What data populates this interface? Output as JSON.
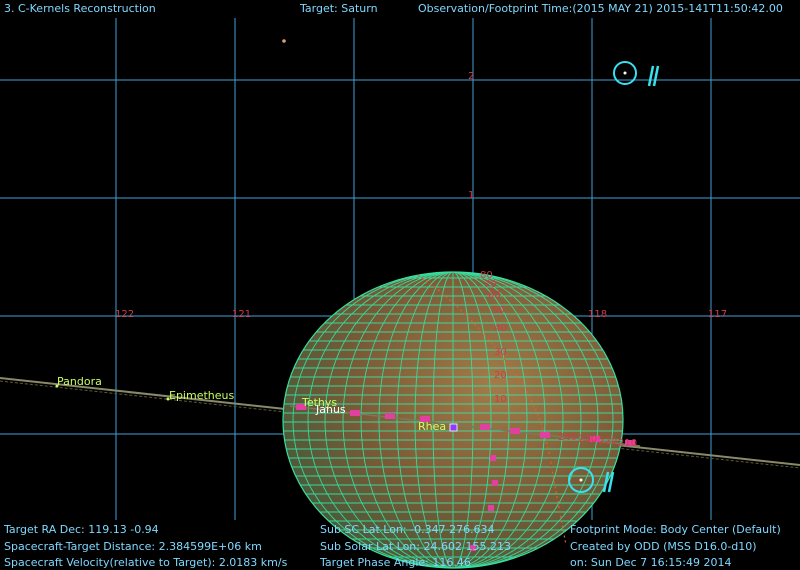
{
  "header": {
    "title": "3. C-Kernels Reconstruction",
    "target": "Target: Saturn",
    "observation_time": "Observation/Footprint Time:(2015 MAY 21) 2015-141T11:50:42.00"
  },
  "footer": {
    "ra_dec": "Target RA Dec: 119.13  -0.94",
    "distance": "Spacecraft-Target Distance: 2.384599E+06 km",
    "velocity": "Spacecraft Velocity(relative to Target): 2.0183 km/s",
    "sub_sc": "Sub SC Lat Lon: -0.347  276.634",
    "sub_solar": "Sub Solar Lat Lon: 24.602  155.213",
    "phase_angle": "Target Phase Angle: 116.46",
    "footprint_mode": "Footprint Mode: Body Center (Default)",
    "created_by": "Created by ODD (MSS D16.0-d10)",
    "created_on": "on: Sun Dec  7 16:15:49 2014"
  },
  "grid": {
    "ra_labels": [
      "122",
      "121",
      "118",
      "117"
    ],
    "dec_labels": [
      "2",
      "1"
    ]
  },
  "latitude_labels": [
    "80",
    "70",
    "60",
    "50",
    "40",
    "30",
    "20",
    "10"
  ],
  "longitude_labels": [
    "240",
    "230",
    "220",
    "210"
  ],
  "moons": [
    "Pandora",
    "Epimetheus",
    "Tethys",
    "Janus",
    "Rhea"
  ],
  "colors": {
    "hud_text": "#7fd8ff",
    "grid_lines": "#3fa0d8",
    "planet_grid": "#36e0a0",
    "grid_label": "#d23a4a",
    "moon_label": "#c8ff66",
    "cyan_marker": "#38e0f0"
  },
  "icons": [
    "sun-marker-icon",
    "spacecraft-marker-icon"
  ]
}
